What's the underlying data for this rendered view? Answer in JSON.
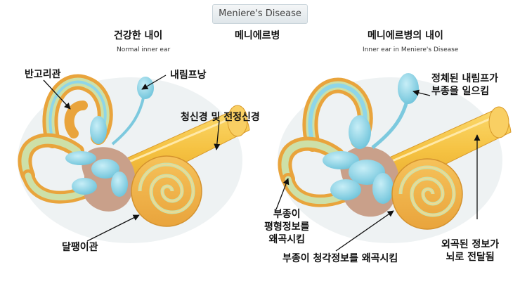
{
  "header": {
    "title": "Meniere's Disease"
  },
  "headings": {
    "left_kr": "건강한 내이",
    "left_en": "Normal inner ear",
    "center_kr": "메니에르병",
    "right_kr": "메니에르병의 내이",
    "right_en": "Inner ear in Meniere's Disease"
  },
  "labels": {
    "semicircular_canals": "반고리관",
    "endolymphatic_sac": "내림프낭",
    "nerves": "청신경 및 전정신경",
    "cochlea": "달팽이관",
    "swollen_endolymph": [
      "정체된 내림프가",
      "부종을 일으킴"
    ],
    "balance_distort": [
      "부종이",
      "평형정보를",
      "왜곡시킴"
    ],
    "hearing_distort": "부종이 청각정보를 왜곡시킴",
    "brain_transmit": [
      "외곡된 정보가",
      "뇌로 전달됨"
    ]
  },
  "colors": {
    "nerve": "#f5c242",
    "canal_outer": "#f3b64b",
    "canal_inner": "#cde0a8",
    "fluid": "#8fd6e8",
    "shadow": "#c9a08a",
    "background_blob": "#eef2f3"
  }
}
